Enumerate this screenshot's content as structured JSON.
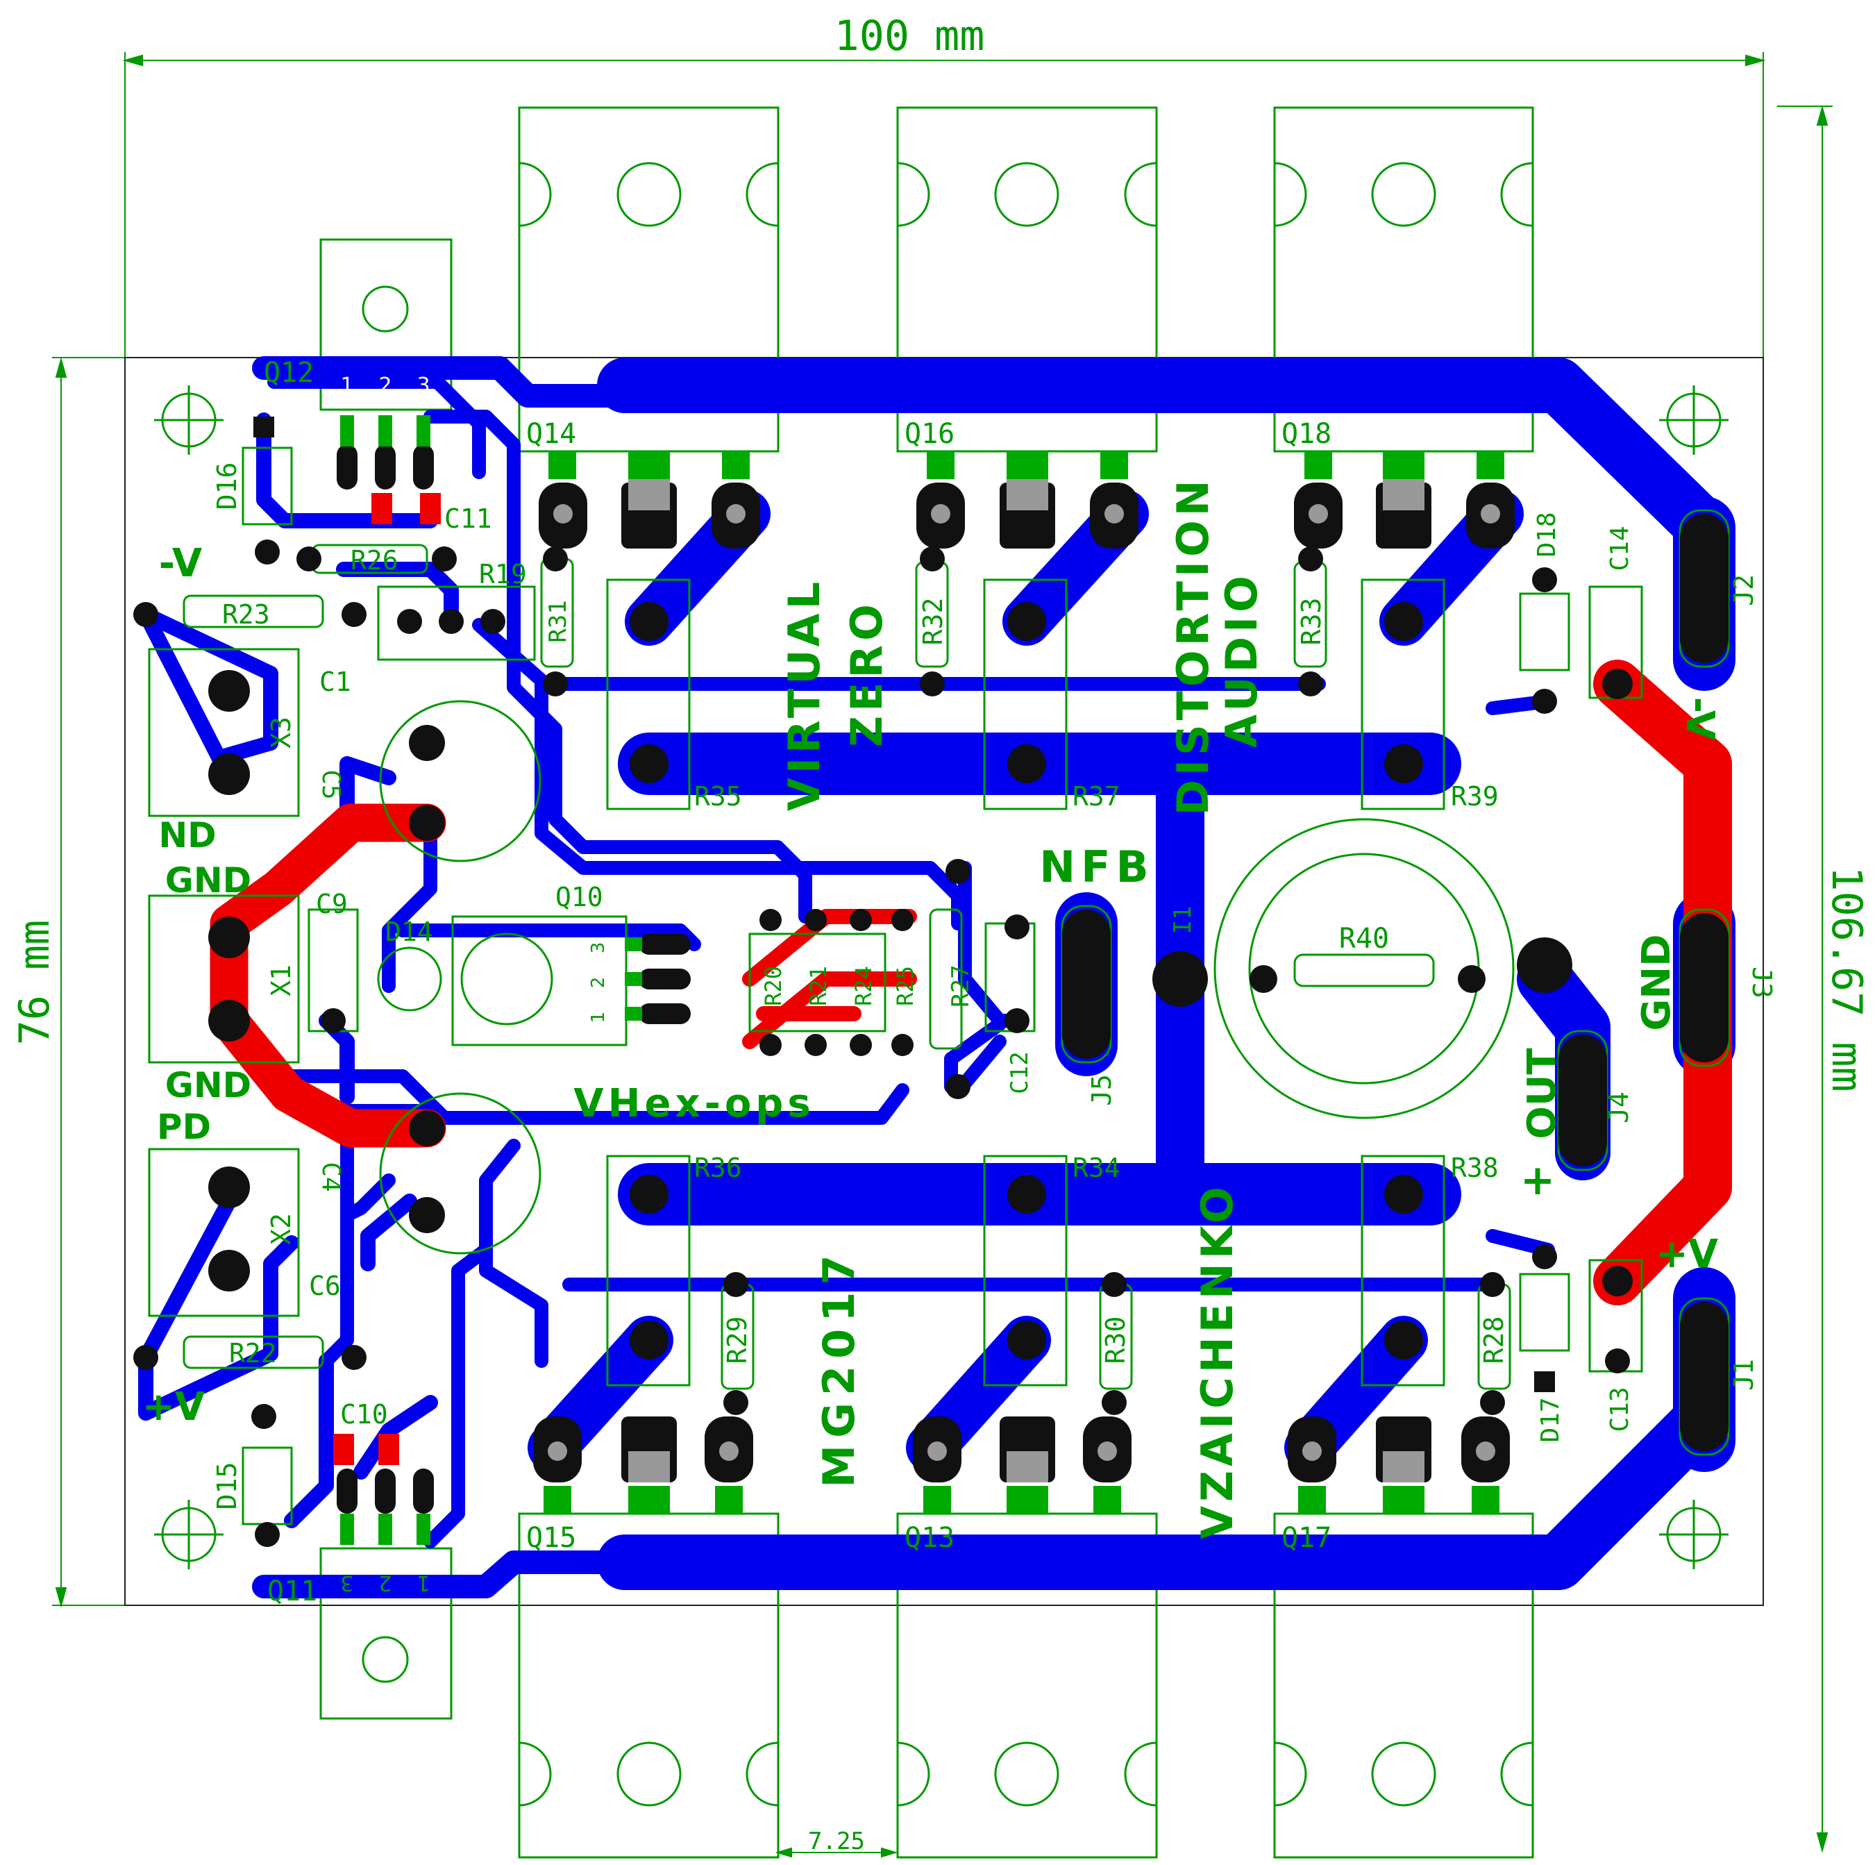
{
  "dimensions": {
    "width": "100 mm",
    "height_board": "76 mm",
    "height_total": "106.67 mm",
    "spacing": "7.25"
  },
  "colors": {
    "bottom_copper": "#0000ee",
    "top_copper": "#ee0000",
    "silkscreen": "#009900",
    "pad": "#111111",
    "pad_hole": "#999999"
  },
  "board_text": {
    "virtual": "VIRTUAL",
    "zero": "ZERO",
    "distortion": "DISTORTION",
    "audio": "AUDIO",
    "nfb": "NFB",
    "vhex": "VHex-ops",
    "mg": "MG2017",
    "vzaichenko": "VZAICHENKO",
    "minus_v_left": "-V",
    "plus_v_left": "+V",
    "minus_v_right": "-V",
    "plus_v_right": "+V",
    "nd": "ND",
    "gnd1": "GND",
    "gnd2": "GND",
    "pd": "PD",
    "gnd_right": "GND",
    "out": "OUT",
    "plus_out": "+"
  },
  "components": {
    "Q12": "Q12",
    "Q11": "Q11",
    "Q14": "Q14",
    "Q16": "Q16",
    "Q18": "Q18",
    "Q15": "Q15",
    "Q13": "Q13",
    "Q17": "Q17",
    "Q10": "Q10",
    "D16": "D16",
    "D15": "D15",
    "D14": "D14",
    "D18": "D18",
    "D17": "D17",
    "C11": "C11",
    "C10": "C10",
    "C1": "C1",
    "C9": "C9",
    "C6": "C6",
    "C5": "C5",
    "C4": "C4",
    "C14": "C14",
    "C13": "C13",
    "C12": "C12",
    "R26": "R26",
    "R19": "R19",
    "R23": "R23",
    "R22": "R22",
    "R31": "R31",
    "R32": "R32",
    "R33": "R33",
    "R35": "R35",
    "R37": "R37",
    "R39": "R39",
    "R36": "R36",
    "R34": "R34",
    "R38": "R38",
    "R29": "R29",
    "R30": "R30",
    "R28": "R28",
    "R40": "R40",
    "R20": "R20",
    "R21": "R21",
    "R24": "R24",
    "R25": "R25",
    "R27": "R27",
    "X1": "X1",
    "X2": "X2",
    "X3": "X3",
    "J1": "J1",
    "J2": "J2",
    "J3": "J3",
    "J4": "J4",
    "J5": "J5",
    "I1": "I1"
  },
  "pin_numbers": {
    "q12": [
      "1",
      "2",
      "3"
    ],
    "q11": [
      "3",
      "2",
      "1"
    ],
    "q10": [
      "1",
      "2",
      "3"
    ]
  }
}
